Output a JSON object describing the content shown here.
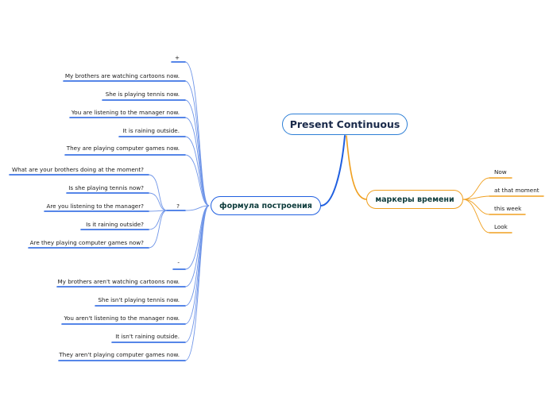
{
  "central": {
    "title": "Present Continuous"
  },
  "branches": {
    "formula": {
      "label": "формула построения",
      "color": "#1f5fe0",
      "leaves": [
        "+",
        "My brothers are watching cartoons now.",
        "She is playing tennis now.",
        "You are listening to the manager now.",
        "It is raining outside.",
        "They are playing computer games now.",
        "?",
        "-",
        "My brothers aren't watching cartoons now.",
        "She isn't playing tennis now.",
        "You aren't listening to the manager now.",
        "It isn't raining outside.",
        "They aren't playing computer games now."
      ],
      "question_leaves": [
        "What are your brothers doing at the moment?",
        "Is she playing tennis now?",
        "Are you listening to the manager?",
        "Is it raining outside?",
        "Are they playing computer games now?"
      ]
    },
    "markers": {
      "label": "маркеры времени",
      "color": "#f0a020",
      "leaves": [
        "Now",
        "at that moment",
        "this week",
        "Look"
      ]
    }
  },
  "colors": {
    "central_border": "#2d7fd6",
    "leaf_line_blue": "#1f5fe0",
    "sub_line_blue": "#6f95e8"
  }
}
